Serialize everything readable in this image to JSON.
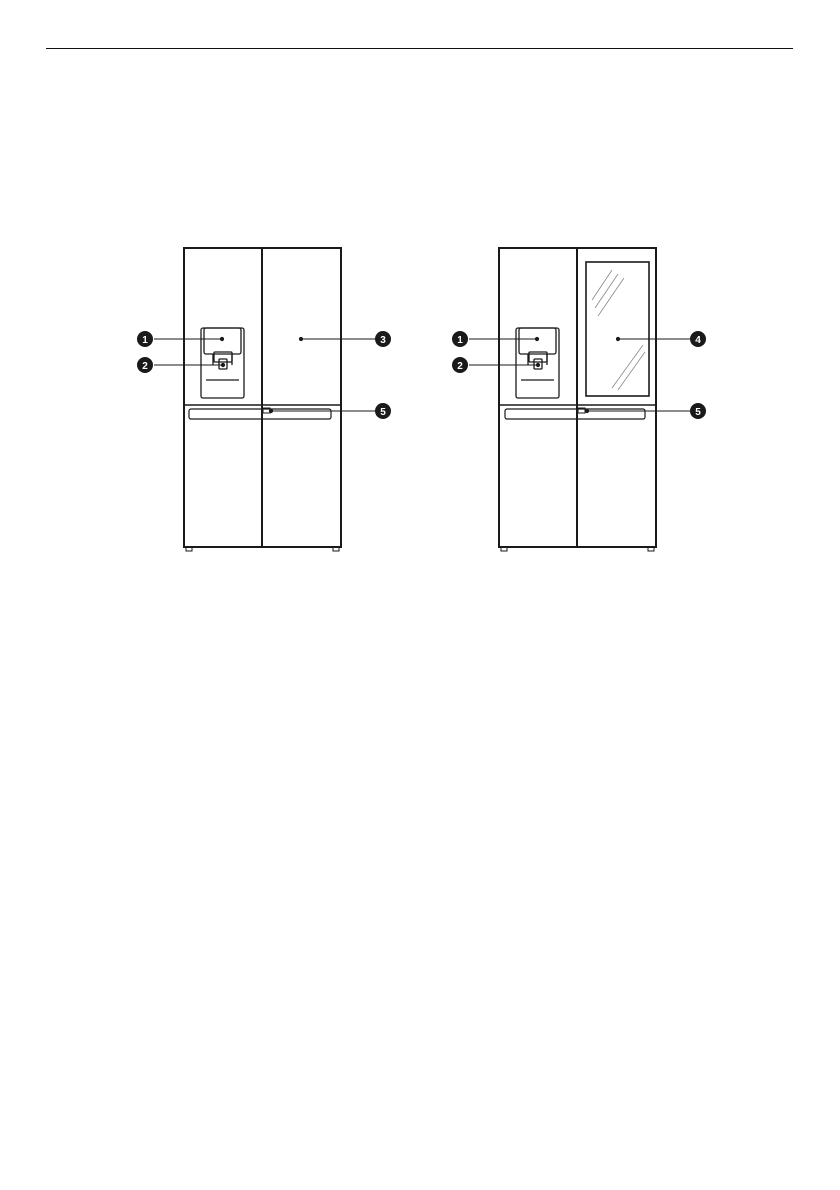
{
  "diagram": {
    "left_fridge": {
      "callouts": [
        {
          "number": "1"
        },
        {
          "number": "2"
        },
        {
          "number": "3"
        },
        {
          "number": "5"
        }
      ]
    },
    "right_fridge": {
      "callouts": [
        {
          "number": "1"
        },
        {
          "number": "2"
        },
        {
          "number": "4"
        },
        {
          "number": "5"
        }
      ]
    }
  },
  "colors": {
    "line": "#1a1a1a",
    "callout_fill": "#1a1a1a",
    "callout_text": "#ffffff"
  }
}
